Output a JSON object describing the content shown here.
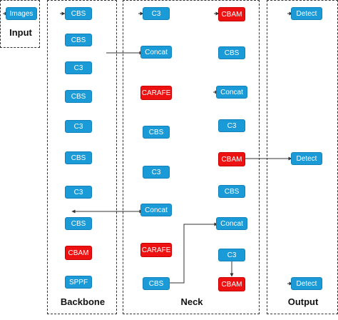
{
  "panels": {
    "input": "Input",
    "backbone": "Backbone",
    "neck": "Neck",
    "output": "Output"
  },
  "colors": {
    "module": "#1b9ad8",
    "highlight": "#ee1111",
    "line": "#333333"
  },
  "input_nodes": [
    {
      "label": "Images",
      "kind": "module"
    }
  ],
  "backbone_nodes": [
    {
      "label": "CBS",
      "kind": "module"
    },
    {
      "label": "CBS",
      "kind": "module"
    },
    {
      "label": "C3",
      "kind": "module"
    },
    {
      "label": "CBS",
      "kind": "module"
    },
    {
      "label": "C3",
      "kind": "module"
    },
    {
      "label": "CBS",
      "kind": "module"
    },
    {
      "label": "C3",
      "kind": "module"
    },
    {
      "label": "CBS",
      "kind": "module"
    },
    {
      "label": "CBAM",
      "kind": "highlight"
    },
    {
      "label": "SPPF",
      "kind": "module"
    }
  ],
  "neck_left_nodes": [
    {
      "label": "C3",
      "kind": "module"
    },
    {
      "label": "Concat",
      "kind": "module"
    },
    {
      "label": "CARAFE",
      "kind": "highlight"
    },
    {
      "label": "CBS",
      "kind": "module"
    },
    {
      "label": "C3",
      "kind": "module"
    },
    {
      "label": "Concat",
      "kind": "module"
    },
    {
      "label": "CARAFE",
      "kind": "highlight"
    },
    {
      "label": "CBS",
      "kind": "module"
    }
  ],
  "neck_right_nodes": [
    {
      "label": "CBAM",
      "kind": "highlight"
    },
    {
      "label": "CBS",
      "kind": "module"
    },
    {
      "label": "Concat",
      "kind": "module"
    },
    {
      "label": "C3",
      "kind": "module"
    },
    {
      "label": "CBAM",
      "kind": "highlight"
    },
    {
      "label": "CBS",
      "kind": "module"
    },
    {
      "label": "Concat",
      "kind": "module"
    },
    {
      "label": "C3",
      "kind": "module"
    },
    {
      "label": "CBAM",
      "kind": "highlight"
    }
  ],
  "output_nodes": [
    {
      "label": "Detect",
      "kind": "module"
    },
    {
      "label": "Detect",
      "kind": "module"
    },
    {
      "label": "Detect",
      "kind": "module"
    }
  ]
}
